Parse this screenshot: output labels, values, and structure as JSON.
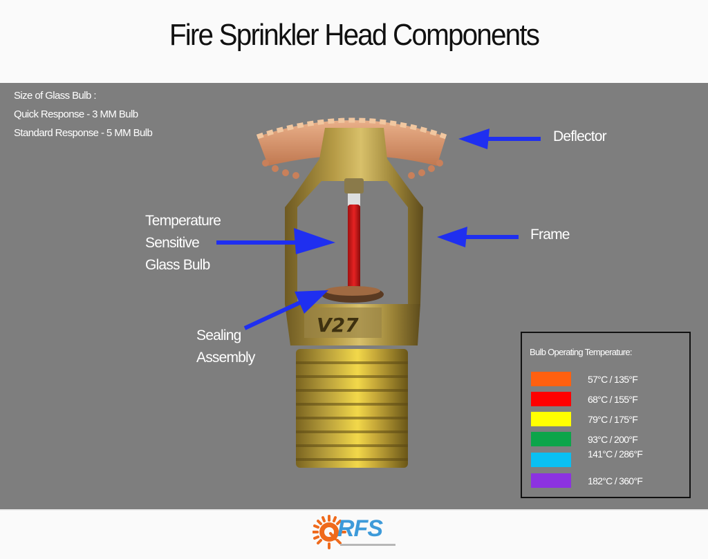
{
  "header": {
    "title": "Fire Sprinkler Head Components"
  },
  "bulb_size_info": {
    "heading": "Size of Glass Bulb :",
    "lines": [
      "Quick Response - 3 MM Bulb",
      "Standard Response - 5 MM Bulb"
    ]
  },
  "callouts": {
    "deflector": "Deflector",
    "frame": "Frame",
    "glass_bulb": [
      "Temperature",
      "Sensitive",
      "Glass Bulb"
    ],
    "sealing_assembly": [
      "Sealing",
      "Assembly"
    ]
  },
  "arrow_color": "#1f2ff0",
  "frame_marking": "V27",
  "legend": {
    "title": "Bulb Operating Temperature:",
    "items": [
      {
        "color": "#ff6010",
        "label": "57°C / 135°F"
      },
      {
        "color": "#ff0000",
        "label": "68°C / 155°F"
      },
      {
        "color": "#ffff00",
        "label": "79°C / 175°F"
      },
      {
        "color": "#0ca54a",
        "label": "93°C / 200°F"
      },
      {
        "color": "#0ac0f2",
        "label": "141°C / 286°F"
      },
      {
        "color": "#8c32e0",
        "label": "182°C / 360°F"
      }
    ]
  },
  "footer": {
    "logo_text": "RFS",
    "logo_sun_color": "#ef6a1c",
    "logo_text_color": "#3d9ad9"
  }
}
